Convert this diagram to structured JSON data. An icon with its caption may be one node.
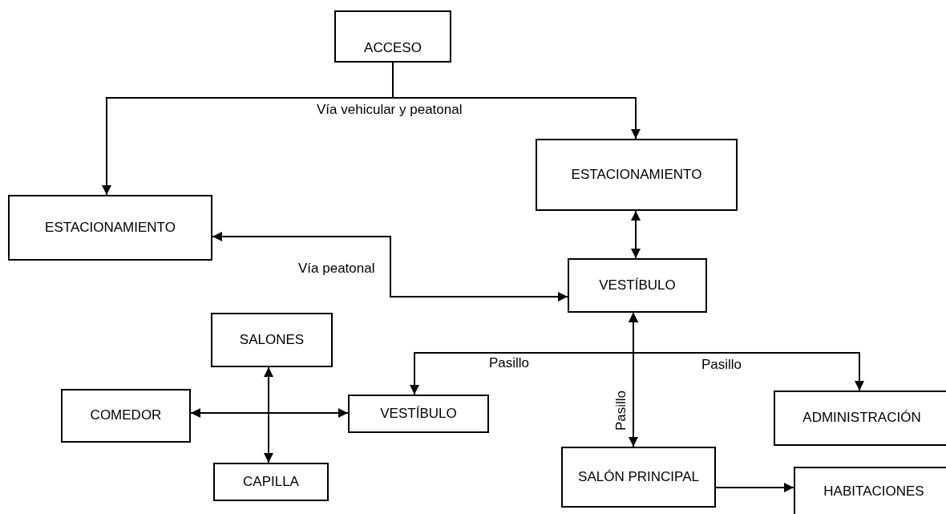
{
  "diagram": {
    "nodes": [
      {
        "text": [
          "ACCESO"
        ]
      },
      {
        "text": [
          "ESTACIONAMIENTO"
        ]
      },
      {
        "text": [
          "ESTACIONAMIENTO"
        ]
      },
      {
        "text": [
          "VESTÍBULO"
        ]
      },
      {
        "text": [
          "SALONES"
        ]
      },
      {
        "text": [
          "COMEDOR"
        ]
      },
      {
        "text": [
          "VESTÍBULO"
        ]
      },
      {
        "text": [
          "ADMINISTRACIÓN"
        ]
      },
      {
        "text": [
          "CAPILLA"
        ]
      },
      {
        "text": [
          "SALÓN PRINCIPAL"
        ]
      },
      {
        "text": [
          "HABITACIONES"
        ]
      }
    ],
    "edges": [
      {
        "from": 0,
        "to": 2,
        "arrow": "to",
        "label": "Vía vehicular y peatonal"
      },
      {
        "from": 0,
        "to": 1,
        "arrow": "to"
      },
      {
        "from": 2,
        "to": 3,
        "arrow": "both",
        "label": "Vía peatonal"
      },
      {
        "from": 1,
        "to": 3,
        "arrow": "both"
      },
      {
        "from": 3,
        "to": 6,
        "arrow": "both",
        "label": "Pasillo"
      },
      {
        "from": 3,
        "to": 9,
        "arrow": "both",
        "label": "Pasillo"
      },
      {
        "from": 3,
        "to": 7,
        "arrow": "both",
        "label": "Pasillo"
      },
      {
        "from": 5,
        "to": 6,
        "arrow": "both"
      },
      {
        "from": 4,
        "to": 8,
        "arrow": "both"
      },
      {
        "from": 9,
        "to": 10,
        "arrow": "to"
      }
    ]
  }
}
